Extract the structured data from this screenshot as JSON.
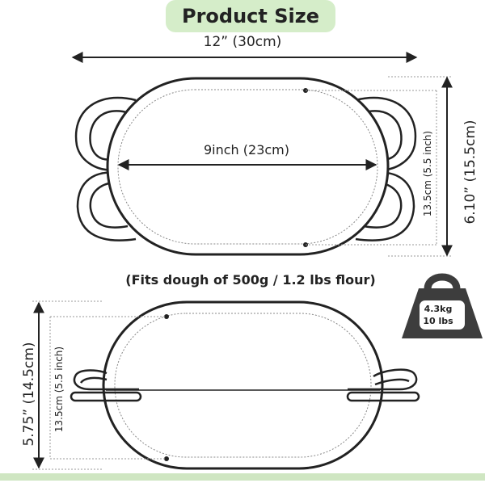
{
  "title": "Product Size",
  "dimensions": {
    "overall_width": "12” (30cm)",
    "inner_width": "9inch (23cm)",
    "top_inner_height": "13.5cm (5.5 inch)",
    "top_overall_height": "6.10” (15.5cm)",
    "bottom_inner_height": "13.5cm (5.5 inch)",
    "bottom_overall_height": "5.75” (14.5cm)"
  },
  "capacity_note": "(Fits dough of 500g / 1.2 lbs flour)",
  "weight": {
    "kg": "4.3kg",
    "lbs": "10 lbs",
    "icon": "weight-icon"
  },
  "colors": {
    "title_bg": "#d5edc9",
    "bottom_bar": "#cfe6c2",
    "weight_fill": "#3d3d3d",
    "weight_label_bg": "#ffffff"
  }
}
